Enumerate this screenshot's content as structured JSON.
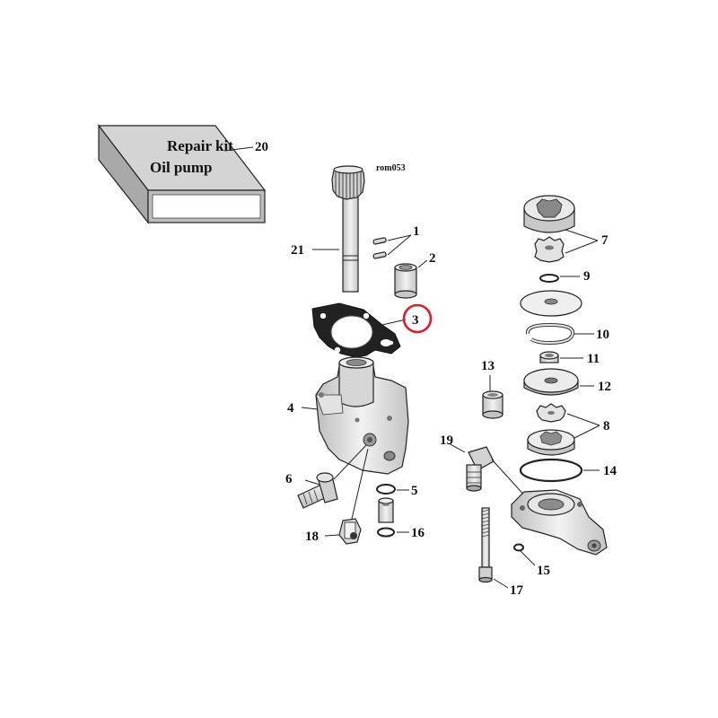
{
  "diagram": {
    "code": "rom053",
    "kit": {
      "line1": "Repair kit",
      "line2": "Oil pump"
    },
    "highlight_color": "#d8202a",
    "labels": {
      "p1": "1",
      "p2": "2",
      "p3": "3",
      "p4": "4",
      "p5": "5",
      "p6": "6",
      "p7": "7",
      "p8": "8",
      "p9": "9",
      "p10": "10",
      "p11": "11",
      "p12": "12",
      "p13": "13",
      "p14": "14",
      "p15": "15",
      "p16": "16",
      "p17": "17",
      "p18": "18",
      "p19": "19",
      "p20": "20",
      "p21": "21"
    },
    "highlighted_part": "3"
  }
}
